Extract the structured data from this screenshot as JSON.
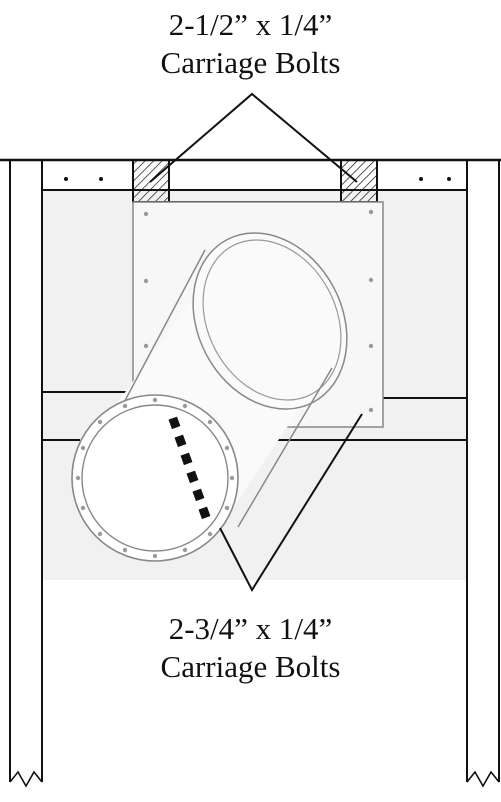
{
  "labels": {
    "top_callout": {
      "line1": "2-1/2” x 1/4”",
      "line2": "Carriage Bolts"
    },
    "bottom_callout": {
      "line1": "2-3/4” x 1/4”",
      "line2": "Carriage Bolts"
    }
  },
  "colors": {
    "line": "#111111",
    "plate_fill": "#f6f6f6",
    "shadow": "#f0f0f0",
    "bolt": "#9a9a9a"
  }
}
